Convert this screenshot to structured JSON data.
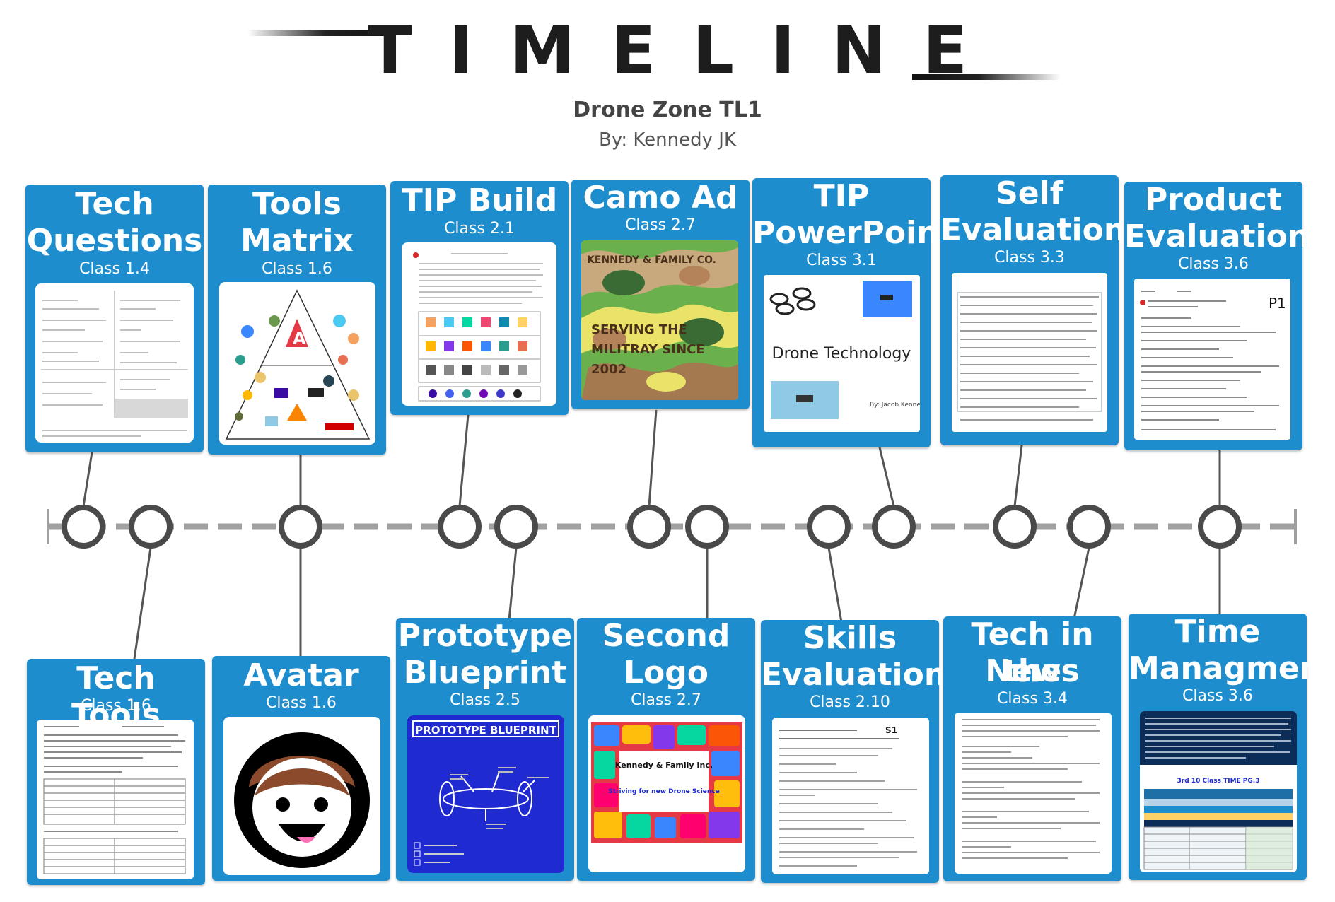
{
  "header": {
    "title": "TIMELINE",
    "subtitle": "Drone Zone TL1",
    "author": "By: Kennedy JK"
  },
  "colors": {
    "card": "#1d8dce",
    "line": "#999999",
    "node_stroke": "#4a4a4a"
  },
  "top_cards": [
    {
      "title_lines": [
        "Tech",
        "Questions"
      ],
      "class": "Class 1.4"
    },
    {
      "title_lines": [
        "Tools",
        "Matrix"
      ],
      "class": "Class 1.6"
    },
    {
      "title_lines": [
        "TIP Build"
      ],
      "class": "Class 2.1"
    },
    {
      "title_lines": [
        "Camo Ad"
      ],
      "class": "Class 2.7"
    },
    {
      "title_lines": [
        "TIP",
        "PowerPoint"
      ],
      "class": "Class 3.1"
    },
    {
      "title_lines": [
        "Self",
        "Evaluation"
      ],
      "class": "Class 3.3"
    },
    {
      "title_lines": [
        "Product",
        "Evaluation"
      ],
      "class": "Class 3.6"
    }
  ],
  "bottom_cards": [
    {
      "title_lines": [
        "Tech Tools"
      ],
      "class": "Class 1.6"
    },
    {
      "title_lines": [
        "Avatar"
      ],
      "class": "Class 1.6"
    },
    {
      "title_lines": [
        "Prototype",
        "Blueprint"
      ],
      "class": "Class 2.5"
    },
    {
      "title_lines": [
        "Second",
        "Logo"
      ],
      "class": "Class 2.7"
    },
    {
      "title_lines": [
        "Skills",
        "Evaluation"
      ],
      "class": "Class 2.10"
    },
    {
      "title_lines": [
        "Tech in the",
        "News"
      ],
      "class": "Class 3.4"
    },
    {
      "title_lines": [
        "Time",
        "Managment"
      ],
      "class": "Class 3.6"
    }
  ],
  "thumb_text": {
    "camo_brand": "KENNEDY & FAMILY CO.",
    "camo_slogan_1": "SERVING THE",
    "camo_slogan_2": "MILITRAY SINCE",
    "camo_slogan_3": "2002",
    "ppt_title": "Drone Technology",
    "ppt_by": "By: Jacob Kennedy",
    "product_eval_tag": "P1",
    "skills_tag": "S1",
    "blueprint_title": "PROTOTYPE BLUEPRINT",
    "logo_name": "Kennedy & Family Inc.",
    "logo_slogan": "Striving for new Drone Science",
    "time_mgmt_header": "3rd 10 Class TIME PG.3"
  }
}
